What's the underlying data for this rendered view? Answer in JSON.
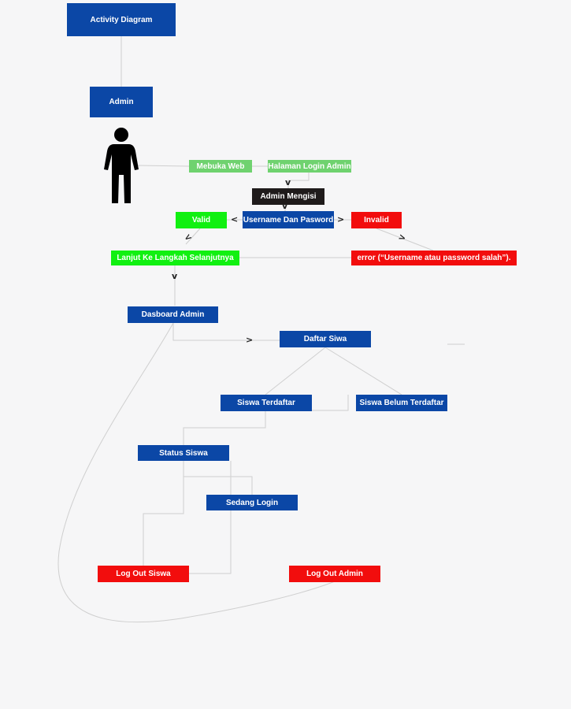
{
  "colors": {
    "blue": "#0b47a6",
    "red": "#f20d0d",
    "green": "#11f011",
    "light_green": "#6fd26f",
    "black": "#1f1b1b",
    "line": "#cfcfcf"
  },
  "nodes": {
    "title": "Activity Diagram",
    "admin": "Admin",
    "mebuka_web": "Mebuka Web",
    "halaman_login": "Halaman Login Admin",
    "admin_mengisi": "Admin Mengisi",
    "username_pasword": "Username Dan Pasword",
    "valid": "Valid",
    "invalid": "Invalid",
    "lanjut": "Lanjut Ke Langkah Selanjutnya",
    "error_msg": "error (“Username atau password salah”).",
    "dasboard": "Dasboard Admin",
    "daftar_siswa": "Daftar Siwa",
    "siswa_terdaftar": "Siswa Terdaftar",
    "siswa_belum": "Siswa Belum Terdaftar",
    "status_siswa": "Status Siswa",
    "sedang_login": "Sedang Login",
    "logout_siswa": "Log Out  Siswa",
    "logout_admin": "Log Out  Admin"
  },
  "arrow_glyphs": {
    "down": "v",
    "left": "<",
    "right": ">"
  },
  "icons": {
    "actor": "person-icon"
  }
}
